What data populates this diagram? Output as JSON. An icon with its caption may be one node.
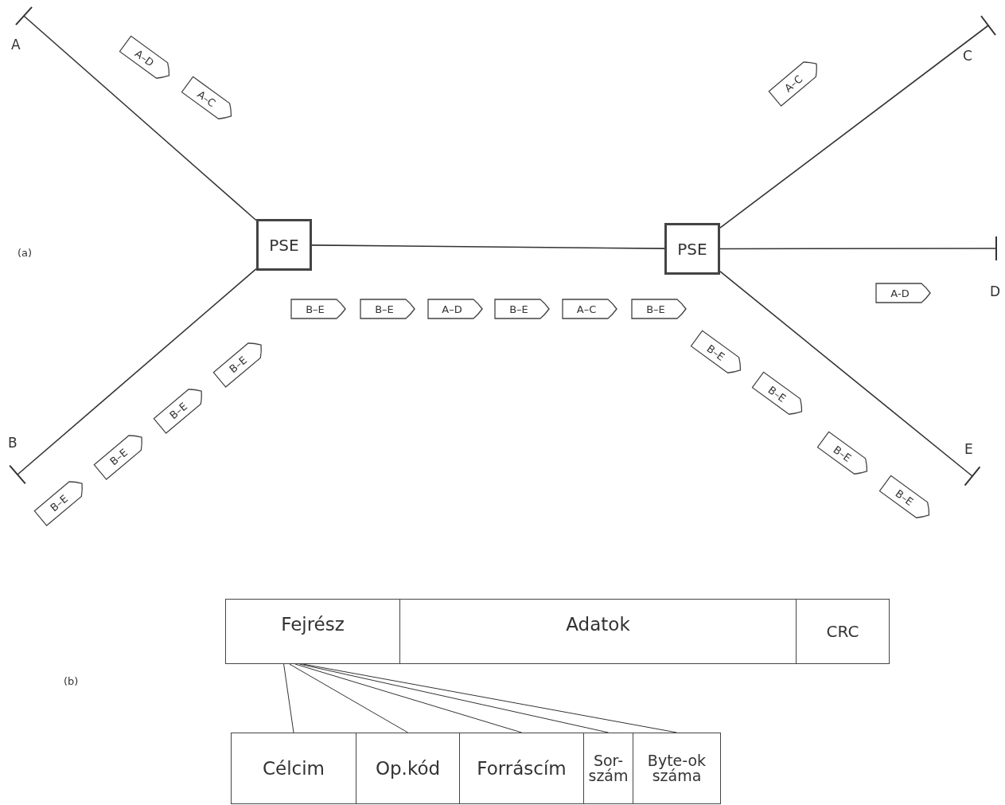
{
  "diagram": {
    "nodes": [
      {
        "text": [],
        "shape": "bar",
        "beside": [
          "A"
        ]
      },
      {
        "text": [],
        "shape": "bar",
        "beside": [
          "B"
        ]
      },
      {
        "text": [],
        "shape": "bar",
        "beside": [
          "C"
        ]
      },
      {
        "text": [],
        "shape": "bar",
        "beside": [
          "D"
        ]
      },
      {
        "text": [],
        "shape": "bar",
        "beside": [
          "E"
        ]
      },
      {
        "text": [
          "PSE"
        ]
      },
      {
        "text": [
          "PSE"
        ]
      },
      {
        "text": [
          "A–D"
        ]
      },
      {
        "text": [
          "A–C"
        ]
      },
      {
        "text": [
          "A–C"
        ]
      },
      {
        "text": [
          "A-D"
        ]
      },
      {
        "text": [
          "B–E"
        ]
      },
      {
        "text": [
          "B–E"
        ]
      },
      {
        "text": [
          "A–D"
        ]
      },
      {
        "text": [
          "B–E"
        ]
      },
      {
        "text": [
          "A–C"
        ]
      },
      {
        "text": [
          "B–E"
        ]
      },
      {
        "text": [
          "B–E"
        ]
      },
      {
        "text": [
          "B–E"
        ]
      },
      {
        "text": [
          "B–E"
        ]
      },
      {
        "text": [
          "B–E"
        ]
      },
      {
        "text": [
          "B–E"
        ]
      },
      {
        "text": [
          "B–E"
        ]
      },
      {
        "text": [
          "B–E"
        ]
      },
      {
        "text": [
          "B–E"
        ]
      },
      {
        "text": [
          "Fejrész"
        ]
      },
      {
        "text": [
          "Adatok"
        ]
      },
      {
        "text": [
          "CRC"
        ]
      },
      {
        "text": [
          "Célcim"
        ]
      },
      {
        "text": [
          "Op.kód"
        ]
      },
      {
        "text": [
          "Forráscím"
        ]
      },
      {
        "text": [
          "Sor-szám"
        ]
      },
      {
        "text": [
          "Byte-ok száma"
        ]
      }
    ],
    "edges": [
      {
        "from": 5,
        "to": 0,
        "arrow": "none"
      },
      {
        "from": 5,
        "to": 1,
        "arrow": "none"
      },
      {
        "from": 5,
        "to": 6,
        "arrow": "none"
      },
      {
        "from": 6,
        "to": 2,
        "arrow": "none"
      },
      {
        "from": 6,
        "to": 3,
        "arrow": "none"
      },
      {
        "from": 6,
        "to": 4,
        "arrow": "none"
      },
      {
        "from": 25,
        "to": 28,
        "arrow": "none"
      },
      {
        "from": 25,
        "to": 29,
        "arrow": "none"
      },
      {
        "from": 25,
        "to": 30,
        "arrow": "none"
      },
      {
        "from": 25,
        "to": 31,
        "arrow": "none"
      },
      {
        "from": 25,
        "to": 32,
        "arrow": "none"
      }
    ],
    "labels": [
      "(a)",
      "(b)"
    ]
  }
}
